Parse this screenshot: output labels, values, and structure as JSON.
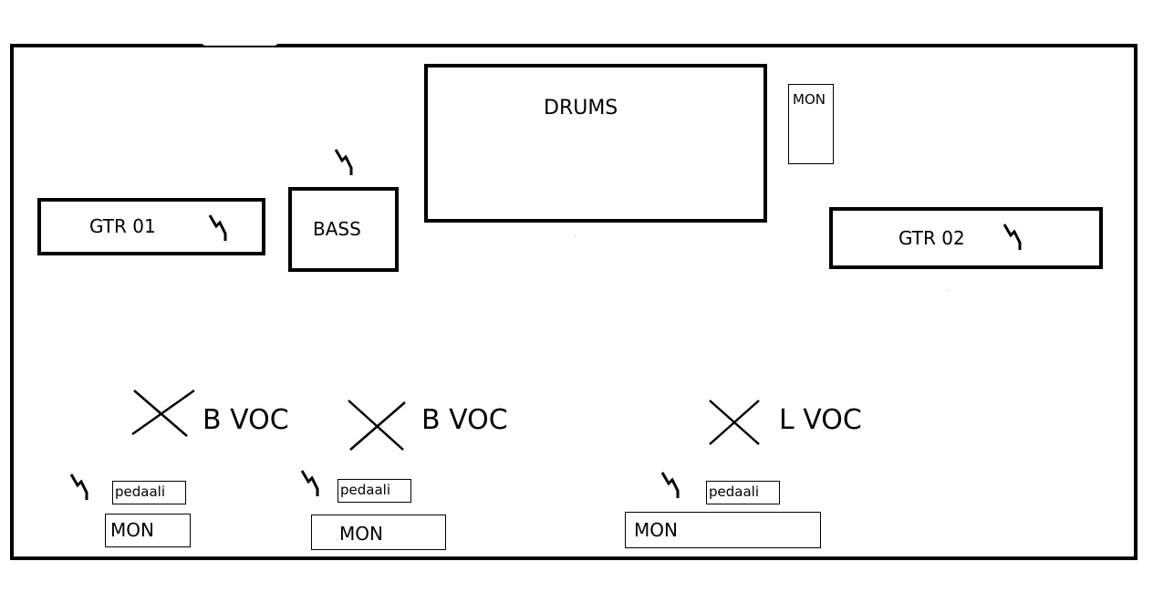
{
  "diagram": {
    "drums": "DRUMS",
    "drum_monitor": "MON",
    "bass": "BASS",
    "guitar_left": "GTR 01",
    "guitar_right": "GTR 02",
    "vocals": [
      {
        "label": "B VOC",
        "pedal": "pedaali",
        "monitor": "MON"
      },
      {
        "label": "B VOC",
        "pedal": "pedaali",
        "monitor": "MON"
      },
      {
        "label": "L VOC",
        "pedal": "pedaali",
        "monitor": "MON"
      }
    ]
  }
}
